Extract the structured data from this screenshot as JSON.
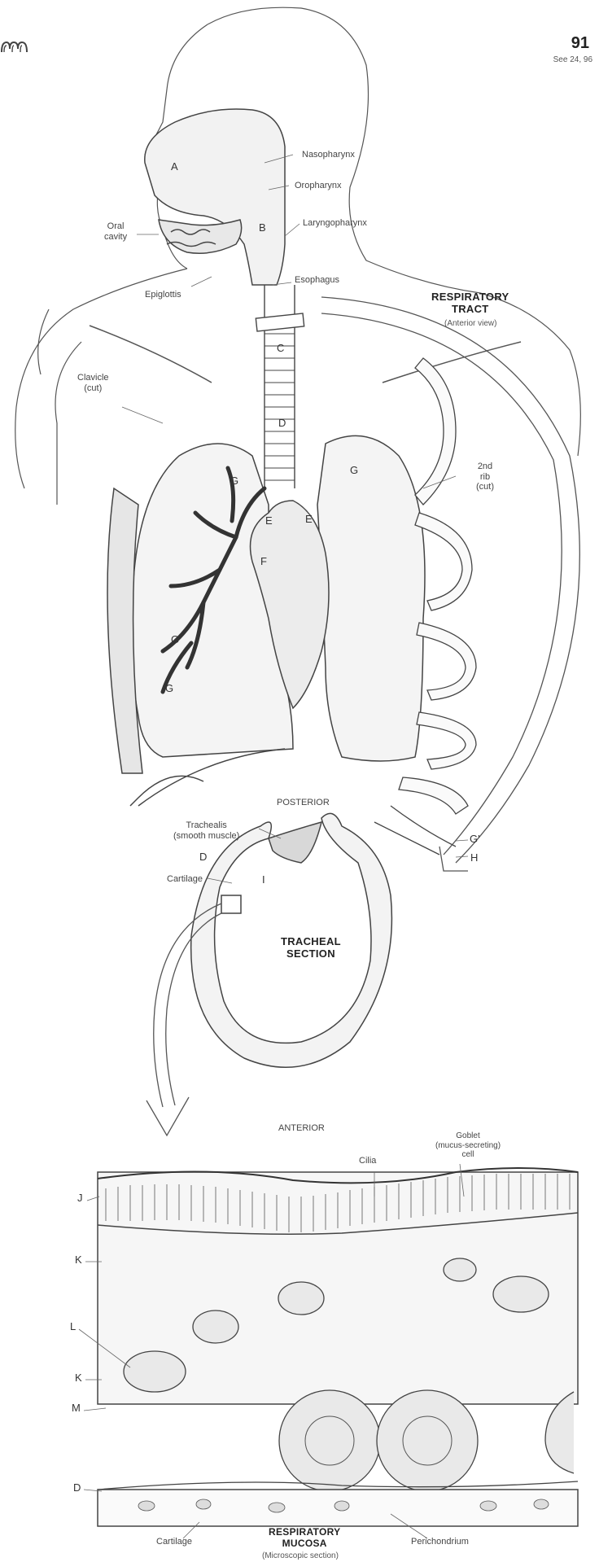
{
  "page": {
    "number": "91",
    "reference": "See 24, 96"
  },
  "sections": {
    "respiratory_tract": {
      "title": "RESPIRATORY\nTRACT",
      "subtitle": "(Anterior view)"
    },
    "tracheal_section": {
      "title": "TRACHEAL\nSECTION",
      "top": "POSTERIOR",
      "bottom": "ANTERIOR"
    },
    "respiratory_mucosa": {
      "title": "RESPIRATORY\nMUCOSA",
      "subtitle": "(Microscopic section)"
    }
  },
  "labels": {
    "nasopharynx": "Nasopharynx",
    "oropharynx": "Oropharynx",
    "laryngopharynx": "Laryngopharynx",
    "oral_cavity": "Oral\ncavity",
    "esophagus": "Esophagus",
    "epiglottis": "Epiglottis",
    "clavicle": "Clavicle\n(cut)",
    "rib": "2nd\nrib\n(cut)",
    "trachealis": "Trachealis\n(smooth muscle)",
    "cartilage_trachea": "Cartilage",
    "cilia": "Cilia",
    "goblet": "Goblet\n(mucus-secreting)\ncell",
    "cartilage_mucosa": "Cartilage",
    "perichondrium": "Perichondrium"
  },
  "letters": {
    "A": "A",
    "B": "B",
    "C": "C",
    "D": "D",
    "E1": "E",
    "E2": "E",
    "F": "F",
    "G1": "G",
    "G2": "G",
    "G3": "G",
    "G4": "G",
    "G5": "G'",
    "H": "H",
    "D2": "D",
    "I": "I",
    "J": "J",
    "K1": "K",
    "L": "L",
    "K2": "K",
    "M": "M",
    "D3": "D"
  },
  "colors": {
    "ink": "#444444",
    "paper": "#ffffff"
  }
}
